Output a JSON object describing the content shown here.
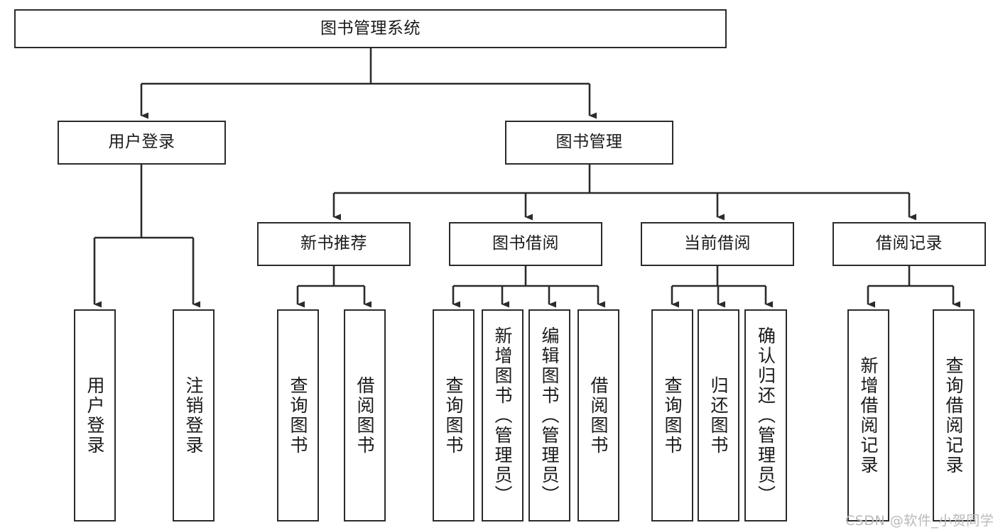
{
  "diagram": {
    "title": "图书管理系统",
    "type": "tree-hierarchy-chart",
    "colors": {
      "box_border": "#2b2b2b",
      "box_fill": "#ffffff",
      "edge": "#2b2b2b",
      "text": "#1a1a1a",
      "watermark": "#b9b9b9",
      "canvas": "#ffffff"
    },
    "root": {
      "label": "图书管理系统"
    },
    "level2": [
      {
        "id": "user-login",
        "label": "用户登录"
      },
      {
        "id": "book-management",
        "label": "图书管理"
      }
    ],
    "level3": [
      {
        "id": "new-book-recommend",
        "label": "新书推荐"
      },
      {
        "id": "book-borrow",
        "label": "图书借阅"
      },
      {
        "id": "current-borrow",
        "label": "当前借阅"
      },
      {
        "id": "borrow-record",
        "label": "借阅记录"
      }
    ],
    "leaves": {
      "user_login": [
        {
          "id": "leaf-user-login",
          "label": "用户登录"
        },
        {
          "id": "leaf-logout-login",
          "label": "注销登录"
        }
      ],
      "new_book_recommend": [
        {
          "id": "leaf-query-book-1",
          "label": "查询图书"
        },
        {
          "id": "leaf-borrow-book-1",
          "label": "借阅图书"
        }
      ],
      "book_borrow": [
        {
          "id": "leaf-query-book-2",
          "label": "查询图书"
        },
        {
          "id": "leaf-add-book-admin",
          "label": "新增图书（管理员）"
        },
        {
          "id": "leaf-edit-book-admin",
          "label": "编辑图书（管理员）"
        },
        {
          "id": "leaf-borrow-book-2",
          "label": "借阅图书"
        }
      ],
      "current_borrow": [
        {
          "id": "leaf-query-book-3",
          "label": "查询图书"
        },
        {
          "id": "leaf-return-book",
          "label": "归还图书"
        },
        {
          "id": "leaf-confirm-return-admin",
          "label": "确认归还（管理员）"
        }
      ],
      "borrow_record": [
        {
          "id": "leaf-add-borrow-record",
          "label": "新增借阅记录"
        },
        {
          "id": "leaf-query-borrow-record",
          "label": "查询借阅记录"
        }
      ]
    },
    "watermark": "CSDN @软件_小贺同学"
  }
}
